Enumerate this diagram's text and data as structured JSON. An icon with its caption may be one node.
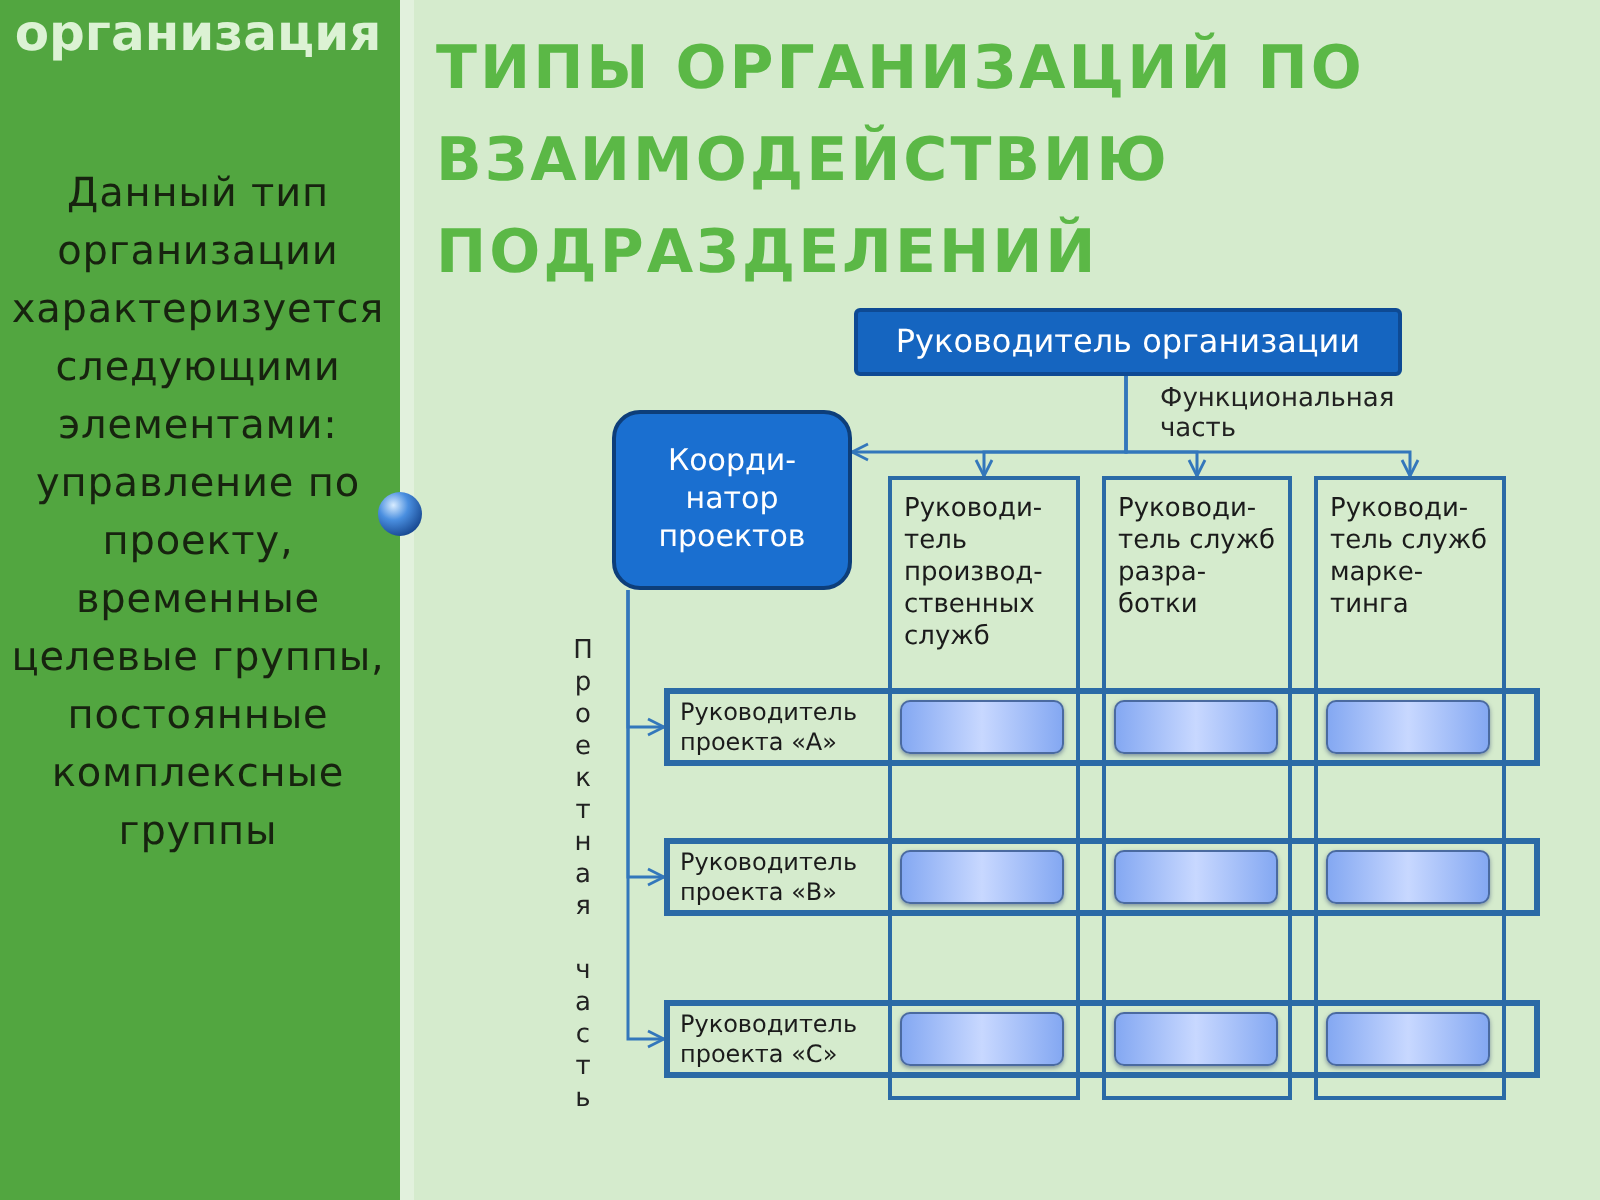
{
  "diagram": {
    "title": "ТИПЫ ОРГАНИЗАЦИЙ ПО ВЗАИМОДЕЙСТВИЮ ПОДРАЗДЕЛЕНИЙ",
    "nodes": [
      {
        "text": [
          "организация",
          "Данный тип организации характеризуется следующими элементами: управление по проекту, временные целевые группы, постоянные комплексные группы"
        ]
      },
      {
        "text": [
          "Руководитель организации"
        ]
      },
      {
        "text": [
          "Коорди-натор проектов"
        ]
      },
      {
        "text": [
          "Руководи-тель производ-ственных служб"
        ]
      },
      {
        "text": [
          "Руководи-тель служб разра-ботки"
        ]
      },
      {
        "text": [
          "Руководи-тель служб марке-тинга"
        ]
      },
      {
        "text": [
          "Руководитель проекта «А»"
        ]
      },
      {
        "text": [
          "Руководитель проекта «В»"
        ]
      },
      {
        "text": [
          "Руководитель проекта «С»"
        ]
      },
      {
        "text": [],
        "shape": "box"
      },
      {
        "text": [],
        "shape": "box"
      },
      {
        "text": [],
        "shape": "box"
      },
      {
        "text": [],
        "shape": "box"
      },
      {
        "text": [],
        "shape": "box"
      },
      {
        "text": [],
        "shape": "box"
      },
      {
        "text": [],
        "shape": "box"
      },
      {
        "text": [],
        "shape": "box"
      },
      {
        "text": [],
        "shape": "box"
      }
    ],
    "edges": [
      {
        "from": 1,
        "to": 2,
        "arrow": "to"
      },
      {
        "from": 1,
        "to": 3,
        "arrow": "to"
      },
      {
        "from": 1,
        "to": 4,
        "arrow": "to"
      },
      {
        "from": 1,
        "to": 5,
        "arrow": "to"
      },
      {
        "from": 2,
        "to": 6,
        "arrow": "to"
      },
      {
        "from": 2,
        "to": 7,
        "arrow": "to"
      },
      {
        "from": 2,
        "to": 8,
        "arrow": "to"
      }
    ],
    "labels": [
      "Функциональная часть",
      "Проектная часть"
    ]
  }
}
